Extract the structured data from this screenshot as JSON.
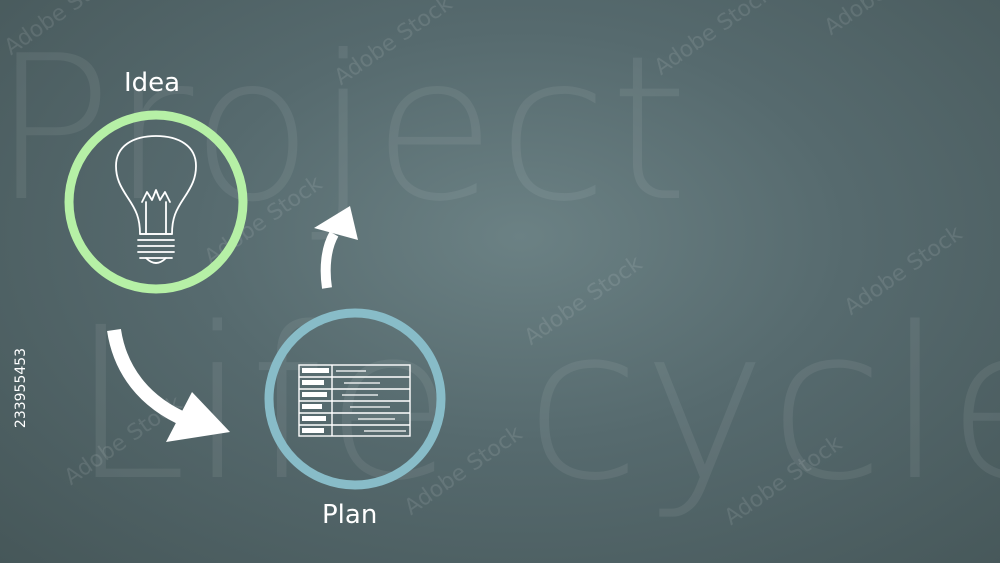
{
  "background_words": [
    "Project",
    "Life cycle"
  ],
  "nodes": [
    {
      "id": "idea",
      "label": "Idea",
      "ring_color": "#b6f0a6",
      "icon": "light-bulb-icon"
    },
    {
      "id": "plan",
      "label": "Plan",
      "ring_color": "#88bcc8",
      "icon": "gantt-table-icon"
    }
  ],
  "stock_id": "233955453",
  "watermark": "Adobe Stock",
  "colors": {
    "background": "#566a6e",
    "arrow": "#ffffff",
    "text": "#ffffff"
  }
}
